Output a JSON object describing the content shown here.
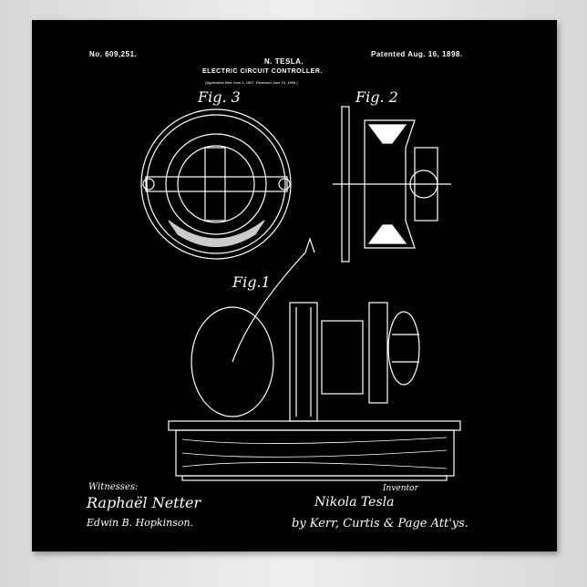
{
  "header": {
    "patent_number": "No. 609,251.",
    "inventor_name": "N. TESLA.",
    "patent_date": "Patented Aug. 16, 1898.",
    "title": "ELECTRIC CIRCUIT CONTROLLER.",
    "application": "(Application filed June 3, 1897. Renewed June 15, 1898.)"
  },
  "figures": {
    "fig3": "Fig. 3",
    "fig2": "Fig. 2",
    "fig1": "Fig.1"
  },
  "signatures": {
    "witnesses_label": "Witnesses:",
    "witness1": "Raphaël Netter",
    "witness2": "Edwin B. Hopkinson.",
    "inventor_label": "Inventor",
    "inventor": "Nikola Tesla",
    "attorneys": "by Kerr, Curtis & Page Att'ys."
  },
  "colors": {
    "background": "#000000",
    "ink": "#ffffff"
  }
}
